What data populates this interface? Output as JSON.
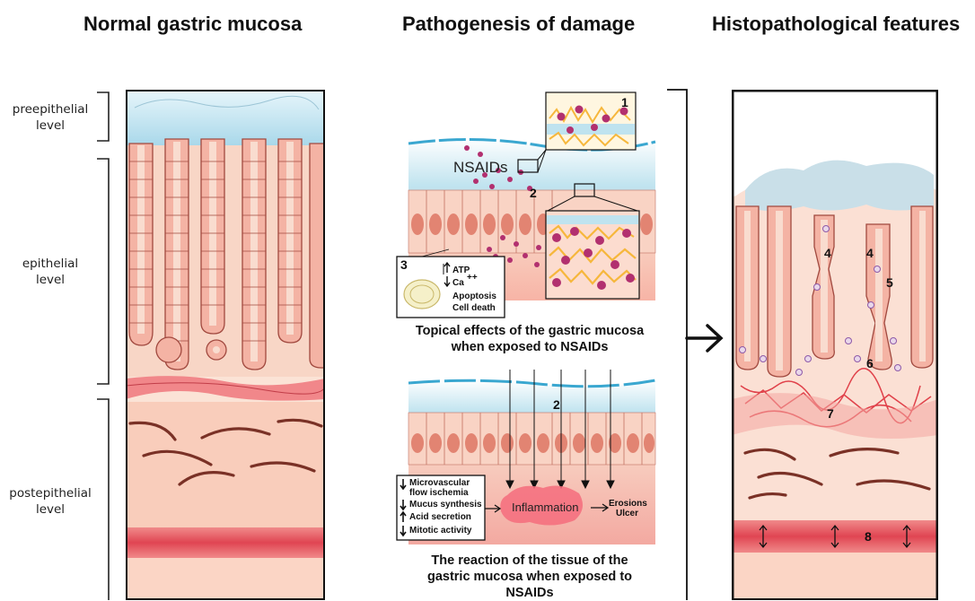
{
  "titles": {
    "left": "Normal gastric mucosa",
    "middle": "Pathogenesis of damage",
    "right": "Histopathological features"
  },
  "levels": {
    "preepithelial": [
      "preepithelial",
      "level"
    ],
    "epithelial": [
      "epithelial",
      "level"
    ],
    "postepithelial": [
      "postepithelial",
      "level"
    ]
  },
  "topical": {
    "nsaids_label": "NSAIDs",
    "markers": [
      "1",
      "2",
      "3"
    ],
    "cell_box": [
      "ATP",
      "Ca",
      "++",
      "Apoptosis",
      "Cell death"
    ],
    "caption": [
      "Topical effects of the gastric mucosa",
      "when exposed to NSAIDs"
    ]
  },
  "reaction": {
    "marker": "2",
    "effects": [
      "Microvascular",
      "flow ischemia",
      "Mucus synthesis",
      "Acid secretion",
      "Mitotic activity"
    ],
    "inflammation": "Inflammation",
    "outcomes": [
      "Erosions",
      "Ulcer"
    ],
    "caption": [
      "The reaction of the tissue of the",
      "gastric mucosa when exposed to",
      "NSAIDs"
    ]
  },
  "histo_markers": [
    "4",
    "4",
    "5",
    "6",
    "7",
    "8"
  ],
  "colors": {
    "mucus": "#bfe3ef",
    "epithelium": "#f2b6a8",
    "lamina": "#f9d9cc",
    "muscularis": "#e8606a",
    "nsaid_dots": "#b2306f",
    "fat": "#f6b73c",
    "vessels": "#e0414a"
  }
}
